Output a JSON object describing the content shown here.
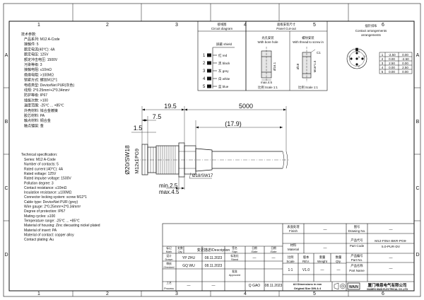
{
  "frame": {
    "col_numbers": [
      "1",
      "2",
      "3",
      "4",
      "5",
      "6"
    ],
    "row_letters": [
      "A",
      "B",
      "C",
      "D"
    ]
  },
  "spec_cn": {
    "title": "技术参数:",
    "lines": [
      "产品系列: M12 A-Code",
      "接触件: 5",
      "额定电流(40℃): 4A",
      "额定电压: 125V",
      "额定冲击电压: 1500V",
      "污染等级: 3",
      "接触电阻: ≤10mΩ",
      "绝缘电阻: >100MΩ",
      "锁紧方式: 螺纹M12*1",
      "电缆类型: DeviceNet PUR(灰色)",
      "线规: 2*0.25mm²+2*0.34mm²",
      "防护等级: IP67",
      "插拔次数: >100",
      "温度范围: -25℃ ... +85℃",
      "外壳材料: 锌合金镀镍",
      "胶芯材料: PA",
      "触点材料: 铜合金",
      "触点镀层: 金"
    ]
  },
  "spec_en": {
    "title": "Technical specification:",
    "lines": [
      "Series: M12 A-Code",
      "Number of contacts: 5",
      "Rated current (40℃): 4A",
      "Rated voltage: 125V",
      "Rated impulse voltage: 1500V",
      "Pollution degree: 3",
      "Contact resistance: ≤10mΩ",
      "Insulation resistance: ≥100MΩ",
      "Connector locking system: screw M12*1",
      "Cable type: DeviceNet PUR (grey)",
      "Wire gauge: 2*0.25mm²+2*0.34mm²",
      "Degree of protection: IP67",
      "Mating cycles: ≥100",
      "Temperature range: -25℃ ... +85℃",
      "Material of housing: Zinc diecasting nickel plated",
      "Material of insert: PA",
      "Material of contact: copper alloy",
      "Contact plating: Au"
    ]
  },
  "circuit": {
    "title_cn": "接线图",
    "title_en": "Circuit diagram",
    "shield_label": "屏蔽 shield",
    "wires": [
      {
        "pin": "1",
        "label": "红 red"
      },
      {
        "pin": "2",
        "label": "黑 black"
      },
      {
        "pin": "3",
        "label": "灰 grey"
      },
      {
        "pin": "4",
        "label": "白 white"
      },
      {
        "pin": "5",
        "label": "蓝 blue"
      }
    ]
  },
  "cutout": {
    "title_cn": "面板安装尺寸",
    "title_en": "Panel Cut-out",
    "left_cn": "光孔安装",
    "left_en": "With bore hole",
    "right_cn": "螺纹安装",
    "right_en": "With thread to screw in",
    "dim_left": "Ø16.1",
    "dim_left_bottom": "max.4.5",
    "dim_right": "M16*1.5",
    "dim_right_small": "C1",
    "dim_thread": "Ø18",
    "scale_left": "比例 Scale 1:1",
    "scale_right": "比例 Scale 1:1"
  },
  "contacts": {
    "title_cn": "插针排布",
    "title_en": "Contact arrangements",
    "rows": [
      [
        "1",
        "-2.50",
        "0.00"
      ],
      [
        "2",
        "0.00",
        "-2.50"
      ],
      [
        "3",
        "2.50",
        "0.00"
      ],
      [
        "4",
        "0.00",
        "2.50"
      ],
      [
        "5",
        "0.00",
        "0.00"
      ]
    ]
  },
  "dims": {
    "overall": "5000",
    "front": "19.5",
    "seven_five": "7.5",
    "one_five": "1.5",
    "nut": "(17.9)",
    "dia_left": "Ø20/SW18",
    "pg": "PG9",
    "m12": "M12x1",
    "thread": "Ø18/SW17",
    "min": "min.2.5",
    "max": "max.4.5"
  },
  "title_block": {
    "finish_cn": "表面处理",
    "finish_en": "Finish",
    "finish_val": "—",
    "material_cn": "材料",
    "material_en": "Material",
    "material_val": "—",
    "drawing_no_cn": "图号",
    "drawing_no_en": "Drawing No.",
    "drawing_no_val": "—",
    "part_code_cn": "产品代号",
    "part_code_en": "Part Code",
    "part_code_val": "M12-F05A-BKR-PG9-5.0-PUR-DV",
    "part_no_cn": "产品编号",
    "part_no_en": "Part No.",
    "part_no_val": "—",
    "part_name_cn": "产品名称",
    "part_name_en": "Part Name",
    "part_name_val": "—",
    "header": [
      {
        "cn": "标记",
        "en": "Mark"
      },
      {
        "cn": "处数",
        "en": "Qty."
      },
      {
        "cn": "变更描述",
        "en": "/Description"
      },
      {
        "cn": "签名",
        "en": "Sign"
      },
      {
        "cn": "日期",
        "en": "/Date"
      }
    ],
    "header2": [
      {
        "cn": "签名",
        "en": "Sign"
      },
      {
        "cn": "日期",
        "en": "/Date"
      }
    ],
    "rows": [
      {
        "role_cn": "设计",
        "role_en": "Drawn",
        "name": "YP ZHU",
        "date": "08.11.2023",
        "role2_cn": "标准化",
        "role2_en": "Stand",
        "name2": "—",
        "date2": "—"
      },
      {
        "role_cn": "审核",
        "role_en": "Checked",
        "name": "GQ WU",
        "date": "08.11.2023",
        "role2_cn": "批准",
        "role2_en": "Approved",
        "name2": "Q GAO",
        "date2": "08.11.2023"
      },
      {
        "role_cn": "工艺",
        "role_en": "Process",
        "name": "—",
        "date": "—"
      }
    ],
    "scale_cn": "比例",
    "scale_en": "Scale",
    "scale_val": "1:1",
    "version_cn": "版本",
    "version_en": "REV.",
    "version_val": "V1.0",
    "weight_cn": "重量",
    "weight_en": "Weight",
    "weight_val": "—",
    "qty_cn": "数量",
    "qty_en": "Qty.",
    "qty_val": "—",
    "units_line1": "All Dimensions in mm",
    "units_line2": "Original Size DIN A 4",
    "company_cn": "厦门唯恩电气有限公司",
    "company_en": "XIAMEN WAIN ELECTRICAL CO.,LTD",
    "logo_text": "WAIN"
  }
}
